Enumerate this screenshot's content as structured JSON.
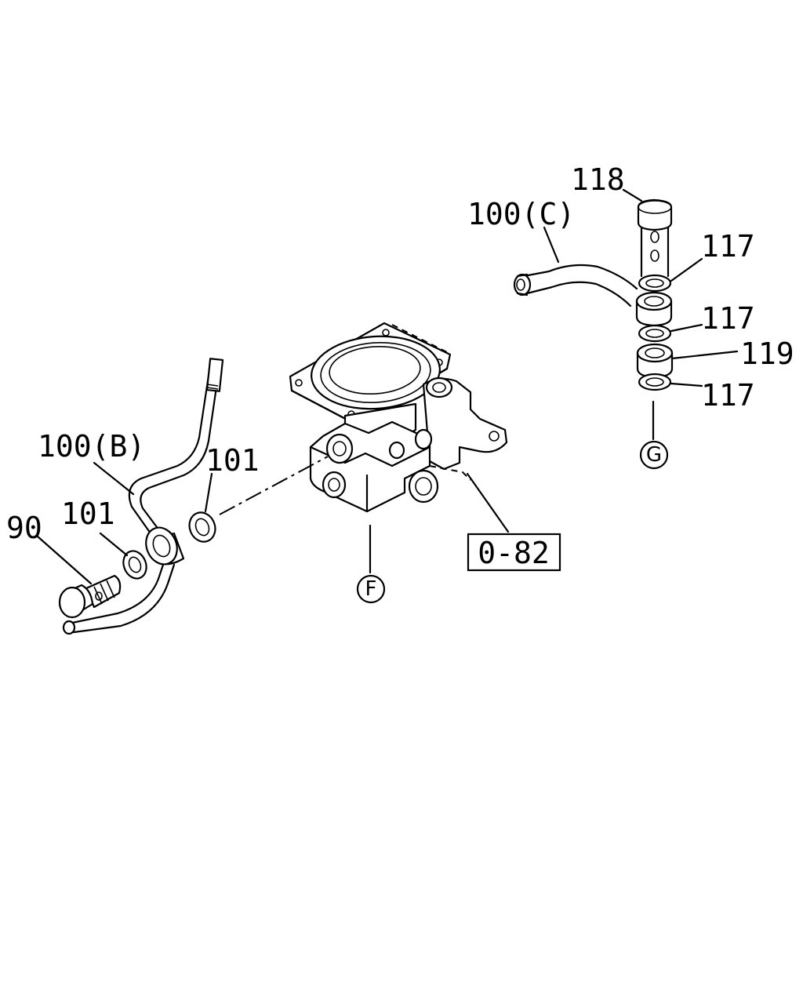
{
  "labels": {
    "part_118": "118",
    "part_100c": "100(C)",
    "part_117_a": "117",
    "part_117_b": "117",
    "part_119": "119",
    "part_117_c": "117",
    "part_100b": "100(B)",
    "part_101_a": "101",
    "part_101_b": "101",
    "part_90": "90",
    "ref_box": "0-82",
    "connector_f": "F",
    "connector_g": "G"
  }
}
